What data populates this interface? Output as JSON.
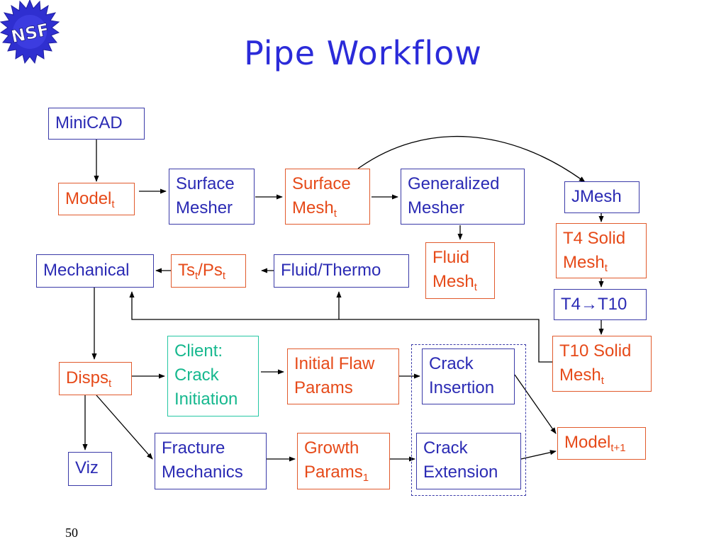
{
  "title": "Pipe Workflow",
  "logo_text": "NSF",
  "page_number": "50",
  "nodes": {
    "minicad": {
      "l1": "MiniCAD"
    },
    "model_t": {
      "l1": "Model",
      "sub": "t"
    },
    "surface_mesher": {
      "l1": "Surface",
      "l2": "Mesher"
    },
    "surface_mesh_t": {
      "l1": "Surface",
      "l2": "Mesh",
      "sub": "t"
    },
    "generalized_mesher": {
      "l1": "Generalized",
      "l2": "Mesher"
    },
    "jmesh": {
      "l1": "JMesh"
    },
    "t4_solid_mesh_t": {
      "l1": "T4 Solid",
      "l2": "Mesh",
      "sub": "t"
    },
    "t4_t10": {
      "a": "T4",
      "arrow": "→",
      "b": "T10"
    },
    "t10_solid_mesh_t": {
      "l1": "T10 Solid",
      "l2": "Mesh",
      "sub": "t"
    },
    "fluid_mesh_t": {
      "l1": "Fluid",
      "l2": "Mesh",
      "sub": "t"
    },
    "fluid_thermo": {
      "l1": "Fluid/Thermo"
    },
    "ts_ps_t": {
      "a": "Ts",
      "sub_a": "t",
      "slash": "/Ps",
      "sub_b": "t"
    },
    "mechanical": {
      "l1": "Mechanical"
    },
    "disps_t": {
      "l1": "Disps",
      "sub": "t"
    },
    "client_crack_initiation": {
      "l1": "Client:",
      "l2": "Crack",
      "l3": "Initiation"
    },
    "initial_flaw_params": {
      "l1": "Initial Flaw",
      "l2": "Params"
    },
    "crack_insertion": {
      "l1": "Crack",
      "l2": "Insertion"
    },
    "model_t1": {
      "l1": "Model",
      "sub": "t+1"
    },
    "fracture_mechanics": {
      "l1": "Fracture",
      "l2": "Mechanics"
    },
    "growth_params_1": {
      "l1": "Growth",
      "l2": "Params",
      "sub": "1"
    },
    "crack_extension": {
      "l1": "Crack",
      "l2": "Extension"
    },
    "viz": {
      "l1": "Viz"
    }
  },
  "colors": {
    "title": "#2b2bd9",
    "blue_node": "#2b2bb4",
    "orange_node": "#e64a19",
    "green_node": "#16b88e"
  }
}
